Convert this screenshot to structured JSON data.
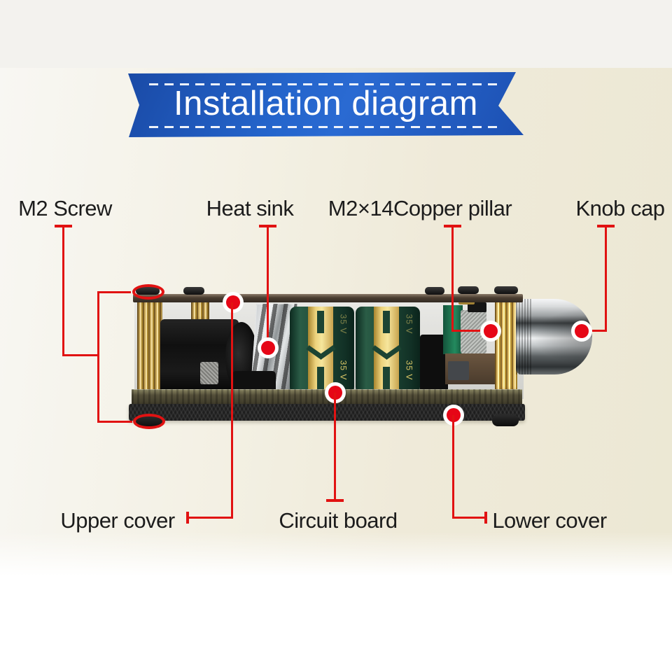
{
  "banner": {
    "title": "Installation diagram"
  },
  "callouts": {
    "top": [
      {
        "label": "M2 Screw"
      },
      {
        "label": "Heat sink"
      },
      {
        "label": "M2×14Copper pillar"
      },
      {
        "label": "Knob cap"
      }
    ],
    "bottom": [
      {
        "label": "Upper cover"
      },
      {
        "label": "Circuit board"
      },
      {
        "label": "Lower cover"
      }
    ]
  },
  "photo": {
    "cap_voltage": "35 V",
    "parts": [
      "upper cover plate",
      "M2 screws",
      "brass standoff pillars",
      "DC power jack",
      "heat sink",
      "electrolytic capacitors",
      "potentiometer",
      "copper pillar",
      "chrome knob cap",
      "circuit board edge",
      "lower cover"
    ]
  },
  "colors": {
    "callout_red": "#e11212",
    "banner_blue": "#2465cc",
    "banner_blue_dark": "#1a4aa6",
    "background_cream": "#ece8d4",
    "label_text": "#1c1c1c",
    "brass_gold": "#e6c97e",
    "capacitor_green": "#1c4433",
    "capacitor_gold": "#ecd27c",
    "chrome_silver": "#d9dbdc"
  }
}
